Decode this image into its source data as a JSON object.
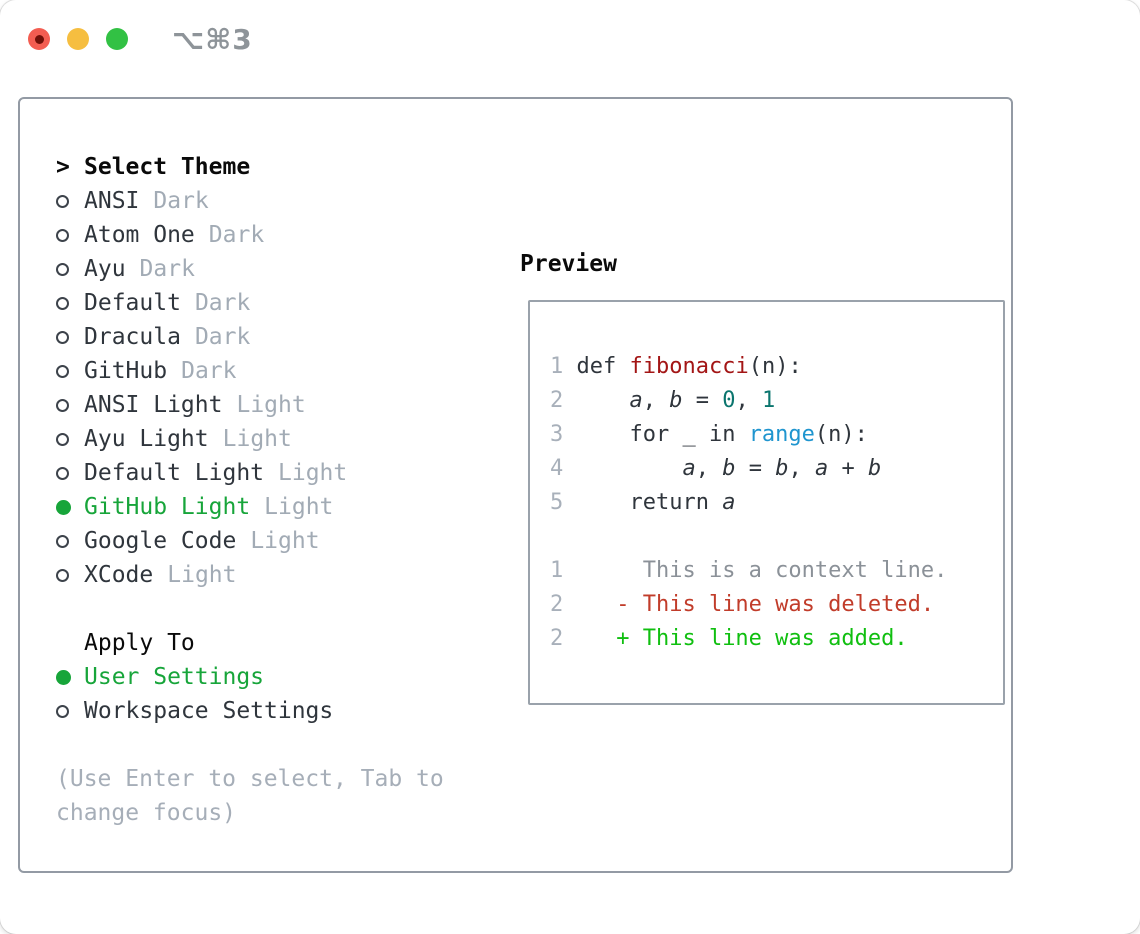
{
  "window": {
    "shortcut": "⌥⌘3",
    "traffic_lights": [
      {
        "name": "close",
        "color": "#f35d51",
        "dot": "#701008"
      },
      {
        "name": "minimize",
        "color": "#f6be40",
        "dot": ""
      },
      {
        "name": "zoom",
        "color": "#32c144",
        "dot": ""
      }
    ]
  },
  "theme_panel": {
    "header": {
      "pointer": ">",
      "title": "Select Theme"
    },
    "themes": [
      {
        "name": "ANSI",
        "variant": "Dark",
        "selected": false
      },
      {
        "name": "Atom One",
        "variant": "Dark",
        "selected": false
      },
      {
        "name": "Ayu",
        "variant": "Dark",
        "selected": false
      },
      {
        "name": "Default",
        "variant": "Dark",
        "selected": false
      },
      {
        "name": "Dracula",
        "variant": "Dark",
        "selected": false
      },
      {
        "name": "GitHub",
        "variant": "Dark",
        "selected": false
      },
      {
        "name": "ANSI Light",
        "variant": "Light",
        "selected": false
      },
      {
        "name": "Ayu Light",
        "variant": "Light",
        "selected": false
      },
      {
        "name": "Default Light",
        "variant": "Light",
        "selected": false
      },
      {
        "name": "GitHub Light",
        "variant": "Light",
        "selected": true
      },
      {
        "name": "Google Code",
        "variant": "Light",
        "selected": false
      },
      {
        "name": "XCode",
        "variant": "Light",
        "selected": false
      }
    ],
    "apply_to": {
      "title": "Apply To",
      "options": [
        {
          "label": "User Settings",
          "selected": true
        },
        {
          "label": "Workspace Settings",
          "selected": false
        }
      ]
    },
    "help_lines": [
      "(Use Enter to select, Tab to",
      "change focus)"
    ]
  },
  "preview": {
    "title": "Preview",
    "lines": [
      {
        "num": "1",
        "tokens": [
          {
            "text": " def ",
            "style": "plain"
          },
          {
            "text": "fibonacci",
            "style": "func"
          },
          {
            "text": "(n):",
            "style": "plain"
          }
        ]
      },
      {
        "num": "2",
        "tokens": [
          {
            "text": "     ",
            "style": "plain"
          },
          {
            "text": "a",
            "style": "var"
          },
          {
            "text": ", ",
            "style": "plain"
          },
          {
            "text": "b",
            "style": "var"
          },
          {
            "text": " = ",
            "style": "plain"
          },
          {
            "text": "0",
            "style": "num"
          },
          {
            "text": ", ",
            "style": "plain"
          },
          {
            "text": "1",
            "style": "num"
          }
        ]
      },
      {
        "num": "3",
        "tokens": [
          {
            "text": "     for _ in ",
            "style": "plain"
          },
          {
            "text": "range",
            "style": "builtin"
          },
          {
            "text": "(n):",
            "style": "plain"
          }
        ]
      },
      {
        "num": "4",
        "tokens": [
          {
            "text": "         ",
            "style": "plain"
          },
          {
            "text": "a",
            "style": "var"
          },
          {
            "text": ", ",
            "style": "plain"
          },
          {
            "text": "b",
            "style": "var"
          },
          {
            "text": " = ",
            "style": "plain"
          },
          {
            "text": "b",
            "style": "var"
          },
          {
            "text": ", ",
            "style": "plain"
          },
          {
            "text": "a",
            "style": "var"
          },
          {
            "text": " + ",
            "style": "plain"
          },
          {
            "text": "b",
            "style": "var"
          }
        ]
      },
      {
        "num": "5",
        "tokens": [
          {
            "text": "     return ",
            "style": "plain"
          },
          {
            "text": "a",
            "style": "var"
          }
        ]
      },
      {
        "num": "",
        "tokens": []
      },
      {
        "num": "1",
        "tokens": [
          {
            "text": "      This is a context line.",
            "style": "context"
          }
        ]
      },
      {
        "num": "2",
        "tokens": [
          {
            "text": "    - This line was deleted.",
            "style": "del"
          }
        ]
      },
      {
        "num": "2",
        "tokens": [
          {
            "text": "    + This line was added.",
            "style": "add"
          }
        ]
      }
    ]
  },
  "colors": {
    "accent_green": "#17a53a",
    "added_green": "#10bf10",
    "deleted_red": "#c13c2a",
    "function_red": "#a31515",
    "number_teal": "#0b756e",
    "builtin_blue": "#1f95cf",
    "text_dark": "#2f353c",
    "muted_gray": "#a2abb5",
    "help_gray": "#a6aeb8",
    "line_number_gray": "#a8b0ba",
    "context_gray": "#8b9198",
    "panel_border": "#939aa4",
    "preview_border": "#9aa2ab",
    "traffic_red": "#f35d51",
    "traffic_yellow": "#f6be40",
    "traffic_green": "#32c144"
  }
}
